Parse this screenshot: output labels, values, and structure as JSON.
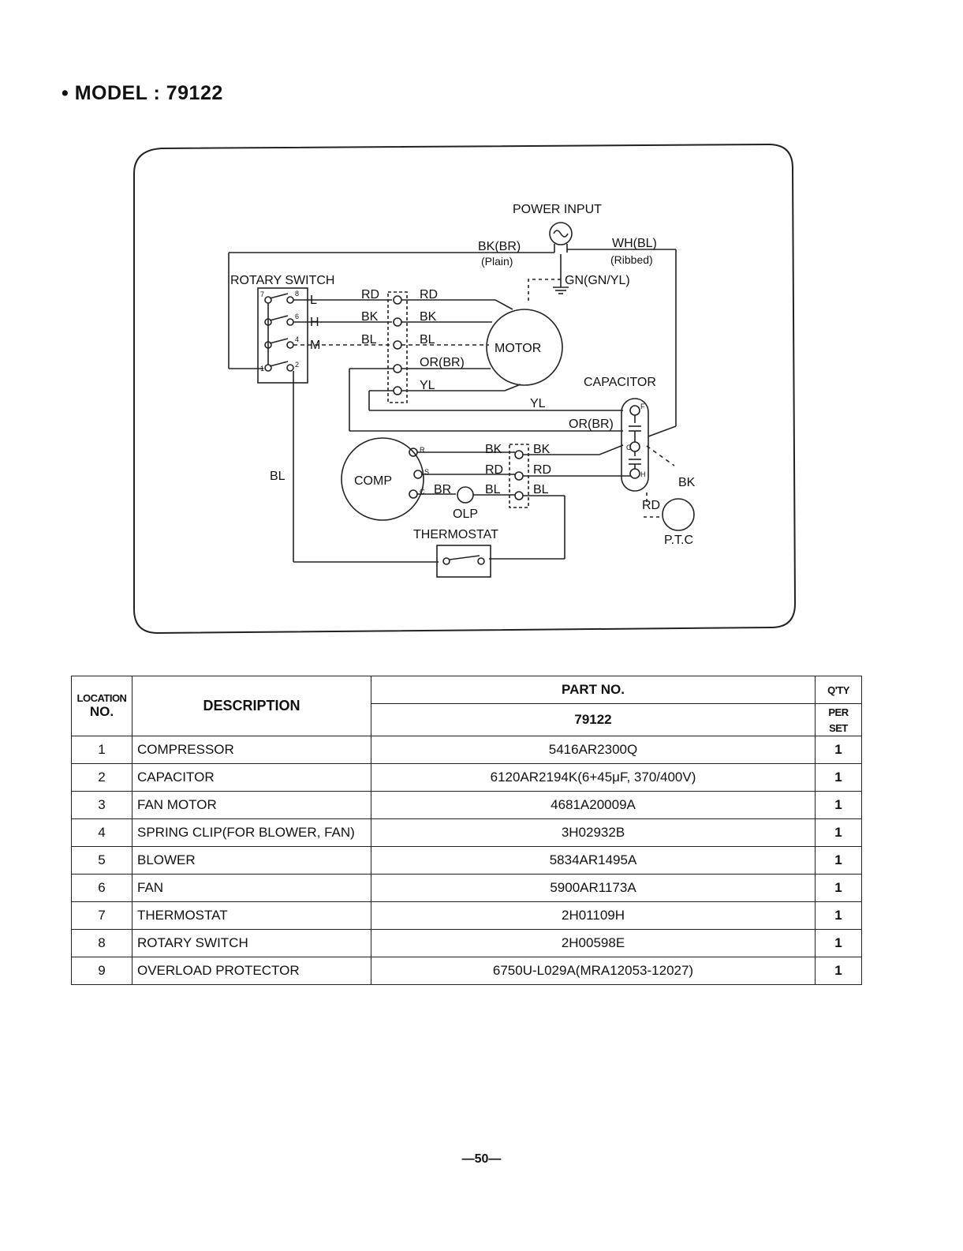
{
  "header": {
    "model_title": "• MODEL : 79122"
  },
  "diagram": {
    "power_input": "POWER INPUT",
    "wire_bk_br": "BK(BR)",
    "wire_plain": "(Plain)",
    "wire_wh_bl": "WH(BL)",
    "wire_ribbed": "(Ribbed)",
    "wire_ground": "GN(GN/YL)",
    "rotary_switch": "ROTARY SWITCH",
    "switch_terminals": [
      "L",
      "H",
      "M"
    ],
    "switch_pins": [
      "7",
      "8",
      "6",
      "4",
      "1",
      "2"
    ],
    "connector_left": [
      "RD",
      "BK",
      "BL"
    ],
    "connector_right": [
      "RD",
      "BK",
      "BL",
      "OR(BR)",
      "YL"
    ],
    "motor": "MOTOR",
    "capacitor": "CAPACITOR",
    "cap_wire_yl": "YL",
    "cap_wire_or": "OR(BR)",
    "cap_terminals": [
      "F",
      "C",
      "H"
    ],
    "comp": "COMP",
    "comp_terminals": [
      "R",
      "S",
      "C"
    ],
    "comp_connector_left": [
      "BK",
      "RD",
      "BL"
    ],
    "comp_connector_right": [
      "BK",
      "RD",
      "BL"
    ],
    "wire_br": "BR",
    "olp": "OLP",
    "thermostat": "THERMOSTAT",
    "wire_bl": "BL",
    "ptc": "P.T.C",
    "ptc_bk": "BK",
    "ptc_rd": "RD"
  },
  "table": {
    "headers": {
      "location": "LOCATION",
      "no": "NO.",
      "description": "DESCRIPTION",
      "part_no": "PART NO.",
      "model": "79122",
      "qty": "Q'TY",
      "per_set": "PER SET"
    },
    "rows": [
      {
        "loc": "1",
        "desc": "COMPRESSOR",
        "part": "5416AR2300Q",
        "qty": "1"
      },
      {
        "loc": "2",
        "desc": "CAPACITOR",
        "part": "6120AR2194K(6+45μF, 370/400V)",
        "qty": "1"
      },
      {
        "loc": "3",
        "desc": "FAN MOTOR",
        "part": "4681A20009A",
        "qty": "1"
      },
      {
        "loc": "4",
        "desc": "SPRING CLIP(FOR BLOWER, FAN)",
        "part": "3H02932B",
        "qty": "1"
      },
      {
        "loc": "5",
        "desc": "BLOWER",
        "part": "5834AR1495A",
        "qty": "1"
      },
      {
        "loc": "6",
        "desc": "FAN",
        "part": "5900AR1173A",
        "qty": "1"
      },
      {
        "loc": "7",
        "desc": "THERMOSTAT",
        "part": "2H01109H",
        "qty": "1"
      },
      {
        "loc": "8",
        "desc": "ROTARY SWITCH",
        "part": "2H00598E",
        "qty": "1"
      },
      {
        "loc": "9",
        "desc": "OVERLOAD PROTECTOR",
        "part": "6750U-L029A(MRA12053-12027)",
        "qty": "1"
      }
    ]
  },
  "footer": {
    "page_number": "—50—"
  }
}
